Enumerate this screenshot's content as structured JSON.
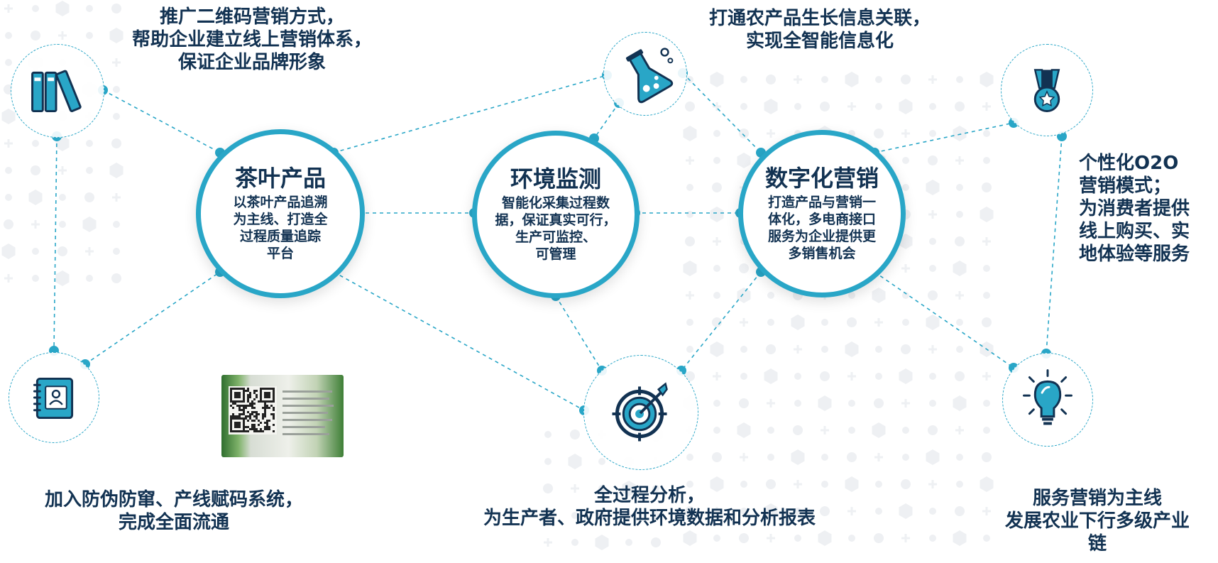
{
  "colors": {
    "accent": "#29a6c7",
    "text": "#123252",
    "pattern": "#eef0f3"
  },
  "nodes": {
    "tea": {
      "title": "茶叶产品",
      "body": "以茶叶产品追溯\n为主线、打造全\n过程质量追踪\n平台"
    },
    "environment": {
      "title": "环境监测",
      "body": "智能化采集过程数\n据，保证真实可行，\n生产可监控、\n可管理"
    },
    "digital": {
      "title": "数字化营销",
      "body": "打造产品与营销一\n体化，多电商接口\n服务为企业提供更\n多销售机会"
    }
  },
  "captions": {
    "qr_marketing": "推广二维码营销方式，\n帮助企业建立线上营销体系，\n保证企业品牌形象",
    "info_link": "打通农产品生长信息关联，\n实现全智能信息化",
    "o2o": "个性化O2O\n营销模式；\n为消费者提供\n线上购买、实\n地体验等服务",
    "anti_fake": "加入防伪防窜、产线赋码系统，\n完成全面流通",
    "analysis": "全过程分析，\n为生产者、政府提供环境数据和分析报表",
    "service": "服务营销为主线\n发展农业下行多级产业\n链"
  },
  "icons": {
    "books": "books-icon",
    "flask": "flask-icon",
    "medal": "medal-icon",
    "contacts": "contact-book-icon",
    "target": "target-icon",
    "bulb": "lightbulb-icon"
  }
}
